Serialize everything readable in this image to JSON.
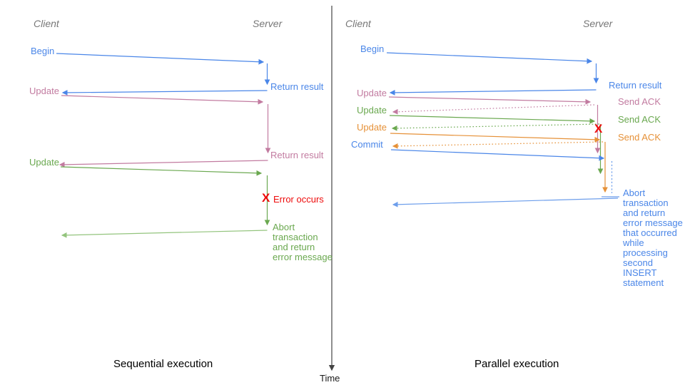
{
  "colors": {
    "blue": "#4a86e8",
    "lblue": "#6d9eeb",
    "pink": "#c27ba0",
    "green": "#6aa84f",
    "lgreen": "#93c47d",
    "orange": "#e69138",
    "red": "#ee0b0b",
    "gray": "#777777",
    "axis": "#434343"
  },
  "time_axis": {
    "label": "Time"
  },
  "left": {
    "title": "Sequential execution",
    "client_header": "Client",
    "server_header": "Server",
    "labels": {
      "begin": "Begin",
      "return_result_1": "Return result",
      "update_1": "Update",
      "return_result_2": "Return result",
      "update_2": "Update",
      "error_mark": "X",
      "error_occurs": "Error occurs",
      "abort": "Abort\ntransaction\nand return\nerror message"
    }
  },
  "right": {
    "title": "Parallel execution",
    "client_header": "Client",
    "server_header": "Server",
    "labels": {
      "begin": "Begin",
      "return_result": "Return result",
      "update_1": "Update",
      "send_ack_1": "Send ACK",
      "update_2": "Update",
      "send_ack_2": "Send ACK",
      "update_3": "Update",
      "send_ack_3": "Send ACK",
      "commit": "Commit",
      "error_mark": "X",
      "abort": "Abort\ntransaction\nand return\nerror message\nthat occurred\nwhile\nprocessing\nsecond\nINSERT\nstatement"
    }
  }
}
